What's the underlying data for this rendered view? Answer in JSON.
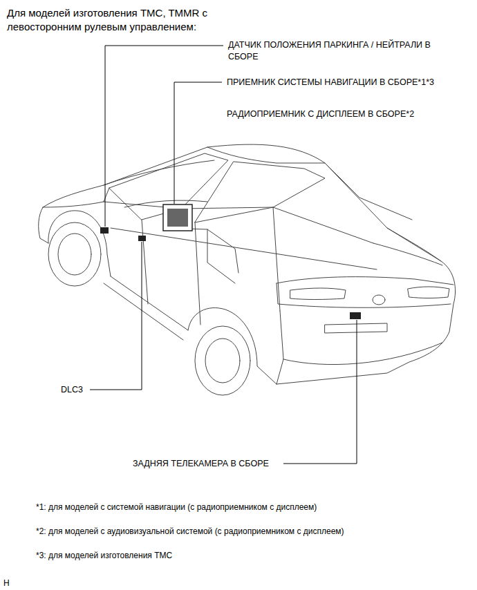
{
  "diagram": {
    "title": "Для моделей изготовления TMC, TMMR с левосторонним рулевым управлением:",
    "labels": [
      "ДАТЧИК ПОЛОЖЕНИЯ ПАРКИНГА / НЕЙТРАЛИ В СБОРЕ",
      "ПРИЕМНИК СИСТЕМЫ НАВИГАЦИИ В СБОРЕ*1*3",
      "РАДИОПРИЕМНИК С ДИСПЛЕЕМ В СБОРЕ*2",
      "DLC3",
      "ЗАДНЯЯ ТЕЛЕКАМЕРА В СБОРЕ",
      "*1: для моделей с системой навигации (с радиоприемником с дисплеем)",
      "*2: для моделей с аудиовизуальной системой (с радиоприемником с дисплеем)",
      "*3: для моделей изготовления TMC",
      "H"
    ]
  }
}
